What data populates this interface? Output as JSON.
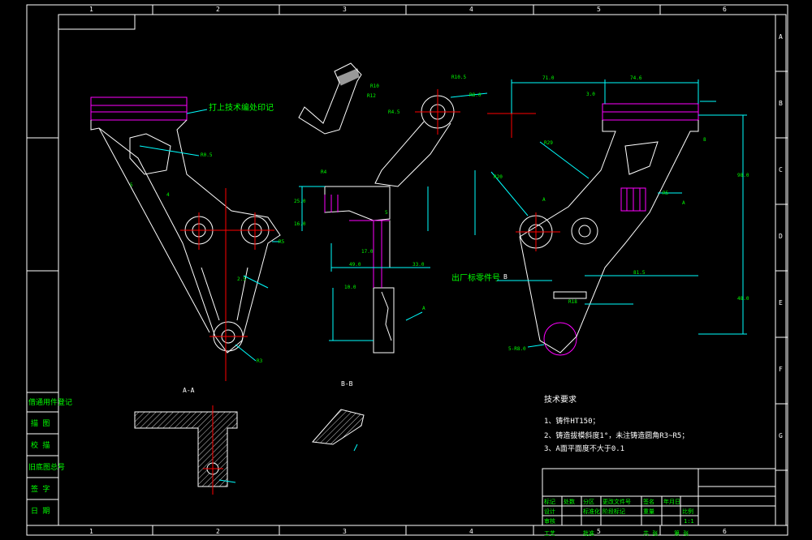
{
  "colors": {
    "background": "#000000",
    "frame": "#ffffff",
    "dimension": "#00ffff",
    "centerline": "#ff0000",
    "hidden": "#ff00ff",
    "annotation": "#00ff00",
    "note_text": "#ffffff"
  },
  "zone_columns": [
    "1",
    "2",
    "3",
    "4",
    "5",
    "6"
  ],
  "zone_rows": [
    "A",
    "B",
    "C",
    "D",
    "E",
    "F",
    "G"
  ],
  "callouts": {
    "stamp_area": "打上技术编处印记",
    "factory_mark": "出厂标零件号",
    "fillet_note": "R0.5"
  },
  "dims": {
    "d1": "R10",
    "d2": "2.5",
    "d3": "R3",
    "d4": "R5",
    "d5": "R12",
    "d6": "25.0",
    "d7": "49.0",
    "d8": "16.0",
    "d9": "33.0",
    "d10": "17.0",
    "d11": "10.0",
    "d12": "R10.5",
    "d13": "R4.5",
    "d14": "R8.0",
    "d15": "R4",
    "d16": "5",
    "d17": "R29",
    "d18": "R18",
    "d19": "4",
    "d20": "5",
    "d21": "71.0",
    "d22": "74.6",
    "d23": "3.0",
    "d24": "8",
    "d25": "98.0",
    "d26": "81.5",
    "d27": "48.0",
    "d28": "5-R8.0",
    "d29": "R20",
    "d30": "R5"
  },
  "section_labels": {
    "aa": "A-A",
    "bb": "B-B",
    "a_mark": "A",
    "b_mark": "B"
  },
  "tech_requirements": {
    "heading": "技术要求",
    "items": [
      "1、铸件HT150；",
      "2、铸造拔模斜度1°，未注铸造圆角R3~R5；",
      "3、A面平面度不大于0.1"
    ]
  },
  "side_table": {
    "rows": [
      "借通用件登记",
      "描 图",
      "校 描",
      "旧底图总号",
      "签 字",
      "日 期"
    ]
  },
  "title_block": {
    "row1": [
      "标记",
      "处数",
      "分区",
      "更改文件号",
      "签名",
      "年月日"
    ],
    "row2": [
      "设计",
      "",
      "标准化",
      "",
      "阶段标记",
      "重量",
      "比例"
    ],
    "row3": [
      "审核",
      "",
      "",
      "",
      "",
      "",
      "1:1"
    ],
    "row4": [
      "工艺",
      "",
      "批准",
      "",
      "共 张",
      "第 张"
    ]
  }
}
